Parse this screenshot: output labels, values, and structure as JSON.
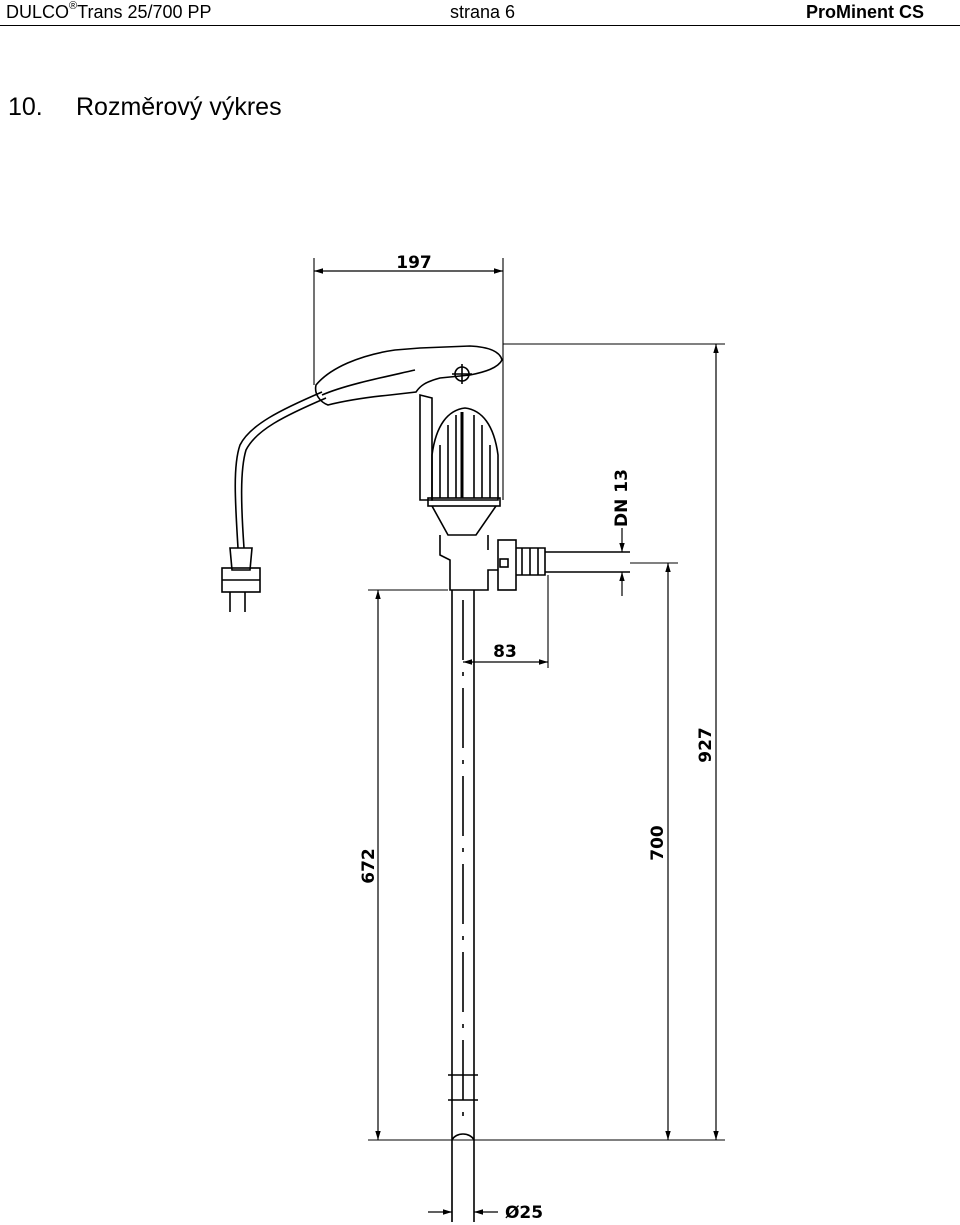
{
  "header": {
    "product_prefix": "DULCO",
    "registered_mark": "®",
    "product_suffix": "Trans 25/700 PP",
    "page_label": "strana 6",
    "company": "ProMinent CS"
  },
  "section": {
    "number": "10.",
    "title": "Rozměrový výkres"
  },
  "dimensions": {
    "width_top": "197",
    "height_total": "927",
    "connection": "DN 13",
    "outlet_offset": "83",
    "immersion_length": "672",
    "tube_length": "700",
    "tube_diameter": "Ø25"
  }
}
